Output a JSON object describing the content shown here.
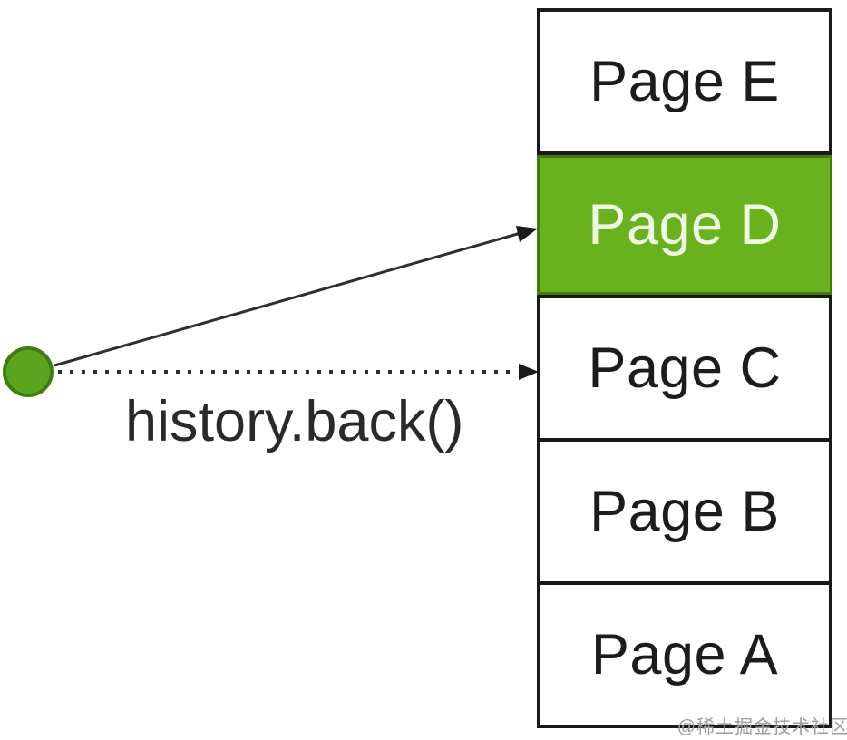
{
  "stack": {
    "pages": [
      {
        "label": "Page E",
        "state": "normal"
      },
      {
        "label": "Page D",
        "state": "current"
      },
      {
        "label": "Page C",
        "state": "back-target"
      },
      {
        "label": "Page B",
        "state": "normal"
      },
      {
        "label": "Page A",
        "state": "normal"
      }
    ]
  },
  "annotation": {
    "method_label": "history.back()"
  },
  "arrows": [
    {
      "style": "solid",
      "from": "current-position-dot",
      "to": "Page D"
    },
    {
      "style": "dashed",
      "from": "current-position-dot",
      "to": "Page C"
    }
  ],
  "colors": {
    "highlight_fill": "#6ab11e",
    "highlight_edge": "#43790f",
    "highlight_text": "#edf9e2",
    "dot_fill": "#5aa51d",
    "dot_edge": "#3e7e10",
    "arrow_line": "#2f2f2f",
    "arrow_head": "#1a1a1a",
    "box_border": "#1a1a1a",
    "page_text": "#1c1c1c",
    "watermark_text": "#9b9b9b"
  },
  "watermark": "@稀土掘金技术社区"
}
